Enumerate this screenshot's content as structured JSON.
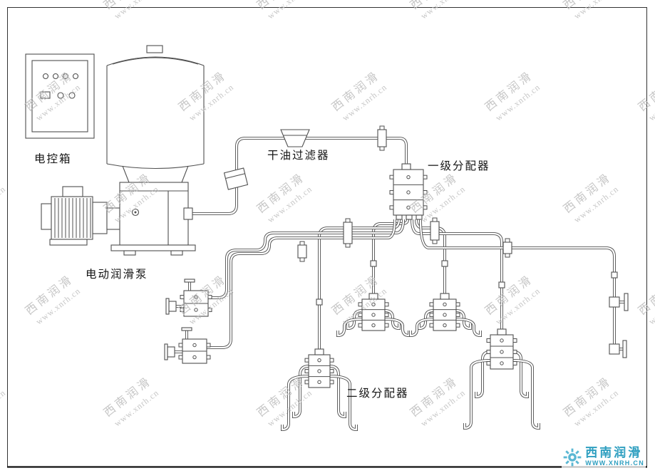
{
  "labels": {
    "control_box": "电控箱",
    "pump": "电动润滑泵",
    "filter": "干油过滤器",
    "primary_distributor": "一级分配器",
    "secondary_distributor": "二级分配器"
  },
  "watermark": {
    "line1": "西南润滑",
    "line2": "www.xnrh.cn"
  },
  "logo": {
    "company": "西南润滑",
    "website": "WWW.XNRH.CN",
    "text_color": "#2f9fc0",
    "gear_color": "#5ab7d3"
  }
}
